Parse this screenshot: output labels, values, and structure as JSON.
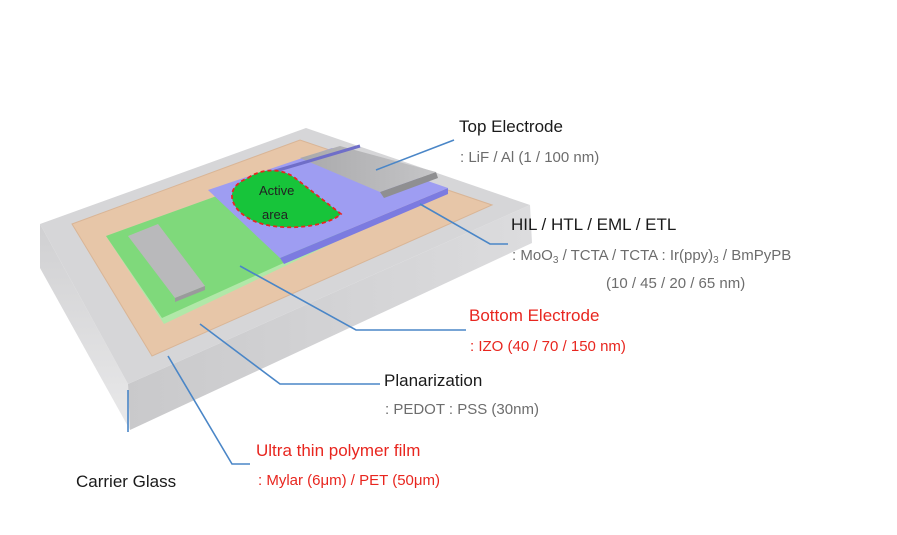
{
  "labels": {
    "top_electrode": {
      "title": "Top Electrode",
      "detail": ": LiF / Al (1 / 100 nm)"
    },
    "organic_stack": {
      "title": "HIL / HTL / EML / ETL",
      "detail_part1": ": MoO",
      "detail_sub1": "3",
      "detail_part2": " / TCTA / TCTA : Ir(ppy)",
      "detail_sub2": "3",
      "detail_part3": " / BmPyPB",
      "thickness": "(10 / 45 / 20 / 65 nm)"
    },
    "bottom_electrode": {
      "title": "Bottom Electrode",
      "detail": ": IZO (40 / 70 / 150 nm)"
    },
    "planarization": {
      "title": "Planarization",
      "detail": ": PEDOT : PSS (30nm)"
    },
    "polymer_film": {
      "title": "Ultra thin polymer film",
      "detail": ": Mylar (6μm) / PET (50μm)"
    },
    "carrier_glass": {
      "title": "Carrier Glass"
    },
    "active_area": {
      "line1": "Active",
      "line2": "area"
    }
  },
  "colors": {
    "glass_top": "#d4d4d6",
    "glass_side": "#c2c2c4",
    "film": "#e7c6a8",
    "planarization": "#a3e39b",
    "bottom_electrode": "#7bd97a",
    "organic": "#9d9cf0",
    "organic_side": "#7c7be0",
    "top_electrode": "#b8b8b8",
    "active_area": "#17c43a",
    "active_border": "#e8261f",
    "leader": "#4a86c7",
    "accent_red": "#e8261f"
  }
}
